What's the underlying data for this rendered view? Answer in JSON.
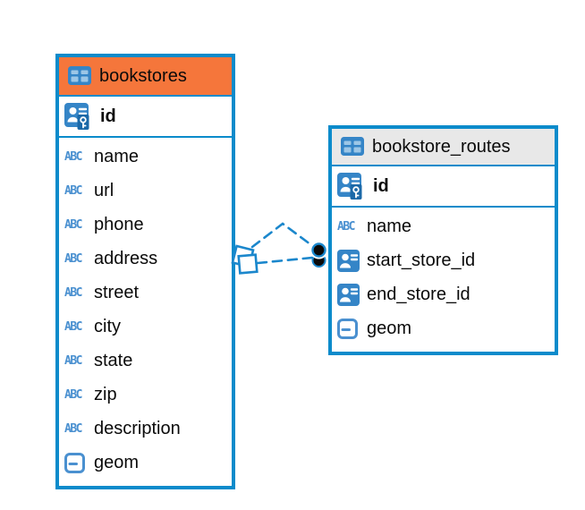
{
  "diagram": {
    "kind": "entity-relationship-diagram",
    "background_color": "#ffffff",
    "accent_blue": "#0b8bcb",
    "connector_blue": "#1b87cc",
    "icon_blue": "#3585c7",
    "light_icon_blue": "#4a90d0",
    "orange_header": "#f5763b",
    "gray_header": "#e8e8e8"
  },
  "icons": {
    "text_label": "ABC"
  },
  "tables": [
    {
      "name": "bookstores",
      "header_style": "orange",
      "primary_key": {
        "name": "id",
        "type": "primary-key"
      },
      "columns": [
        {
          "name": "name",
          "type": "text"
        },
        {
          "name": "url",
          "type": "text"
        },
        {
          "name": "phone",
          "type": "text"
        },
        {
          "name": "address",
          "type": "text"
        },
        {
          "name": "street",
          "type": "text"
        },
        {
          "name": "city",
          "type": "text"
        },
        {
          "name": "state",
          "type": "text"
        },
        {
          "name": "zip",
          "type": "text"
        },
        {
          "name": "description",
          "type": "text"
        },
        {
          "name": "geom",
          "type": "geometry"
        }
      ]
    },
    {
      "name": "bookstore_routes",
      "header_style": "gray",
      "primary_key": {
        "name": "id",
        "type": "primary-key"
      },
      "columns": [
        {
          "name": "name",
          "type": "text"
        },
        {
          "name": "start_store_id",
          "type": "reference"
        },
        {
          "name": "end_store_id",
          "type": "reference"
        },
        {
          "name": "geom",
          "type": "geometry"
        }
      ]
    }
  ],
  "relationships": [
    {
      "from_table": "bookstores",
      "to_table": "bookstore_routes",
      "via_column": "start_store_id",
      "line_style": "dashed"
    },
    {
      "from_table": "bookstores",
      "to_table": "bookstore_routes",
      "via_column": "end_store_id",
      "line_style": "dashed"
    }
  ]
}
